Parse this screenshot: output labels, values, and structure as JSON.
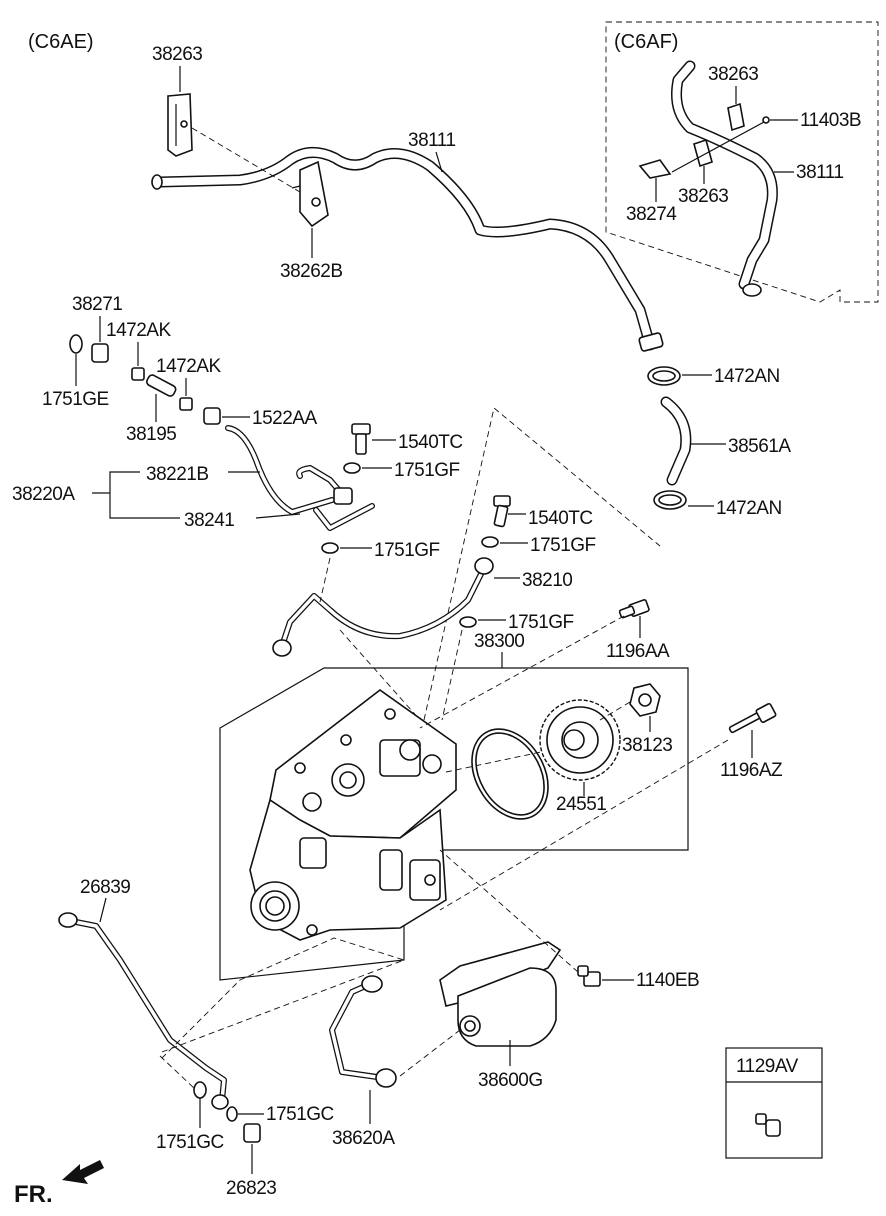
{
  "diagram": {
    "variant_left": "(C6AE)",
    "variant_right": "(C6AF)",
    "direction_label": "FR.",
    "legend_box": {
      "title": "1129AV"
    },
    "labels": {
      "l38263_a": "38263",
      "l38111_a": "38111",
      "l38262b": "38262B",
      "l38263_b": "38263",
      "l11403b": "11403B",
      "l38263_c": "38263",
      "l38111_b": "38111",
      "l38274": "38274",
      "l38271": "38271",
      "l1472ak_a": "1472AK",
      "l1472ak_b": "1472AK",
      "l1751ge": "1751GE",
      "l38195": "38195",
      "l1522aa": "1522AA",
      "l1472an_a": "1472AN",
      "l38561a": "38561A",
      "l1472an_b": "1472AN",
      "l1540tc_a": "1540TC",
      "l1751gf_a": "1751GF",
      "l38220a": "38220A",
      "l38221b": "38221B",
      "l38241": "38241",
      "l1540tc_b": "1540TC",
      "l1751gf_b": "1751GF",
      "l1751gf_c": "1751GF",
      "l38210": "38210",
      "l1751gf_d": "1751GF",
      "l38300": "38300",
      "l1196aa": "1196AA",
      "l38123": "38123",
      "l1196az": "1196AZ",
      "l24551": "24551",
      "l26839": "26839",
      "l1140eb": "1140EB",
      "l38600g": "38600G",
      "l1751gc_a": "1751GC",
      "l1751gc_b": "1751GC",
      "l38620a": "38620A",
      "l26823": "26823"
    }
  }
}
